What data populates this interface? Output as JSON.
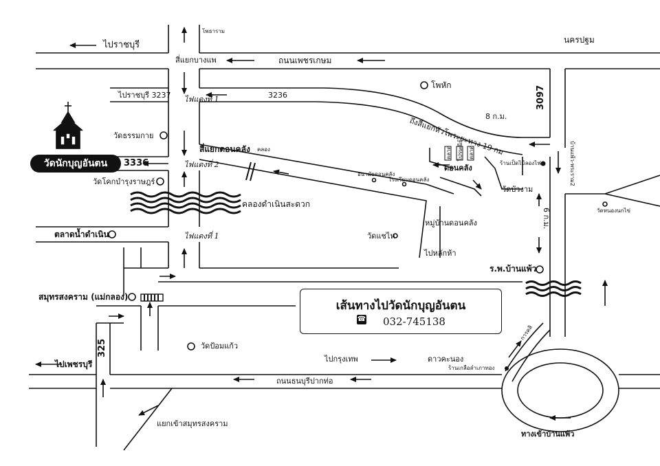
{
  "labels": {
    "to_ratchaburi_top": "ไปราชบุรี",
    "photharam": "โพธาราม",
    "nakhon_pathom": "นครปฐม",
    "sam_yaek_bang_phae": "สี่แยกบางแพ",
    "thanon_phetkasem": "ถนนเพชรเกษม",
    "ratchaburi_3237": "ไปราชบุรี  3237",
    "road_3236": "3236",
    "traffic_light_1_top": "ไฟแดงที่ 1",
    "pho_hak": "โพหัก",
    "distance_8km": "8 ก.ม.",
    "road_3097": "3097",
    "to_intersection": "ถึงสี่แยกหัวโพระยะทาง 19 กม",
    "wat_thammakai": "วัดธรรมกาย",
    "sam_yaek_don_khlang": "สี่แยกดอนคลัง",
    "khlong_small": "คลอง",
    "road_3336": "3336",
    "traffic_light_2": "ไฟแดงที่ 2",
    "wat_khok_bamrungrat": "วัดโคกบำรุงราษฎร์",
    "khlong_damnoen": "คลองดำเนินสะดวก",
    "don_khlang_junction": "ดอนคลัง",
    "market_label": "ตลาด",
    "post_label": "ไปรษณีย์",
    "hospital_label": "อนามัยดอนคลัง",
    "school_label": "โรงเรียนดอนคลัง",
    "duck_shop": "ร้านเป็ดไม้ลองไฟ",
    "wat_bua_ngam": "วัดบัวงาม",
    "ban_phae_road": "บ้านแพ้ว-พระราม2",
    "wat_nong_nok_khai": "วัดหนองนกไข่",
    "mu_ban_don_khlang": "หมู่บ้านดอนคลัง",
    "wat_chae_hai": "วัดแชไห",
    "to_lak_ha": "ไปหลักห้า",
    "distance_6km": "6 ก.ม.",
    "damnoen_market": "ตลาดน้ำดำเนิน",
    "traffic_light_1_bottom": "ไฟแดงที่ 1",
    "ban_phae_hospital": "ร.พ.บ้านแพ้ว",
    "samut_songkhram": "สมุทรสงคราม (แม่กลอง)",
    "wat_pom_kaeo": "วัดป้อมแก้ว",
    "road_325": "325",
    "to_phetchaburi": "ไปเพชรบุรี",
    "to_bangkok": "ไปกรุงเทพ",
    "dao_khanong": "ดาวคะนอง",
    "salt_shop": "ร้านเกลือลำเภาทอง",
    "canal_label": "การคลิ",
    "thanon_thonburi": "ถนนธนบุรีปากท่อ",
    "samut_junction": "แยกเข้าสมุทรสงคราม",
    "ban_phae_entrance": "ทางเข้าบ้านแพ้ว"
  },
  "temple_badge": "วัดนักบุญอันตน",
  "title_box": {
    "title": "เส้นทางไปวัดนักบุญอันตน",
    "phone": "032-745138"
  },
  "icons": {
    "church": "church-icon",
    "phone": "phone-icon",
    "landmark": "circle-marker-icon",
    "canal": "wavy-canal-icon",
    "arrow": "direction-arrow-icon"
  }
}
